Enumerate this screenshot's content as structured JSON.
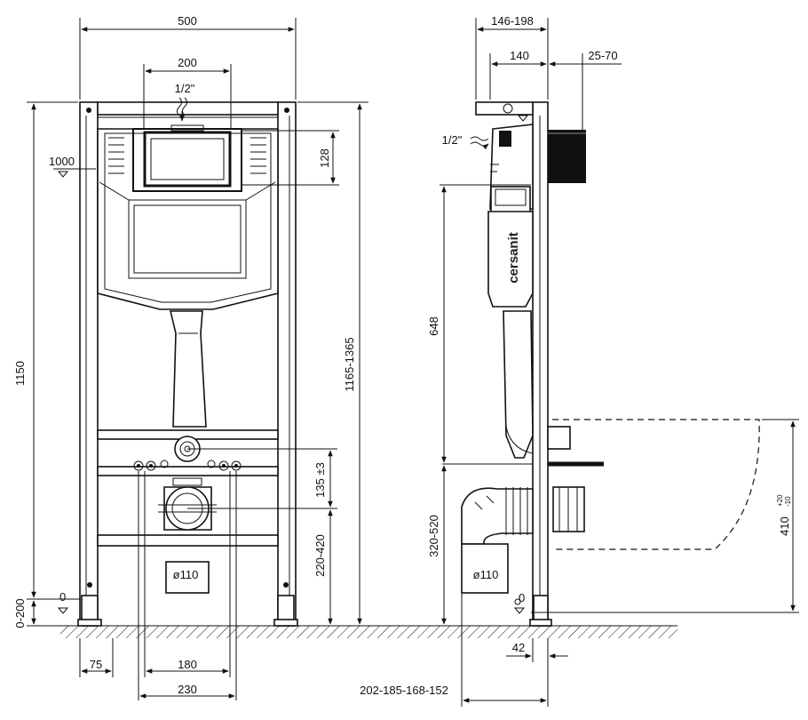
{
  "brand": "cersanit",
  "front_view": {
    "width": "500",
    "flush_spacing": "200",
    "supply": "1/2\"",
    "button_height": "1000",
    "panel_height": "128",
    "total_height": "1150",
    "adjust_height": "1165-1365",
    "outlet_spacing": "135 ±3",
    "outlet_height": "220-420",
    "outlet_diameter": "ø110",
    "zero_mark": "0",
    "foot_range": "0-200",
    "foot_width": "75",
    "anchor_spacing_inner": "180",
    "anchor_spacing_outer": "230"
  },
  "side_view": {
    "depth_range": "146-198",
    "depth_cistern": "140",
    "protrusion": "25-70",
    "supply": "1/2\"",
    "cistern_to_axis": "648",
    "axis_height": "320-520",
    "outlet_diameter": "ø110",
    "zero_mark": "0",
    "bowl_height": "410",
    "bowl_tol_plus": "+20",
    "bowl_tol_minus": "-10",
    "wall_offset": "42",
    "outlet_offsets": "202-185-168-152"
  }
}
